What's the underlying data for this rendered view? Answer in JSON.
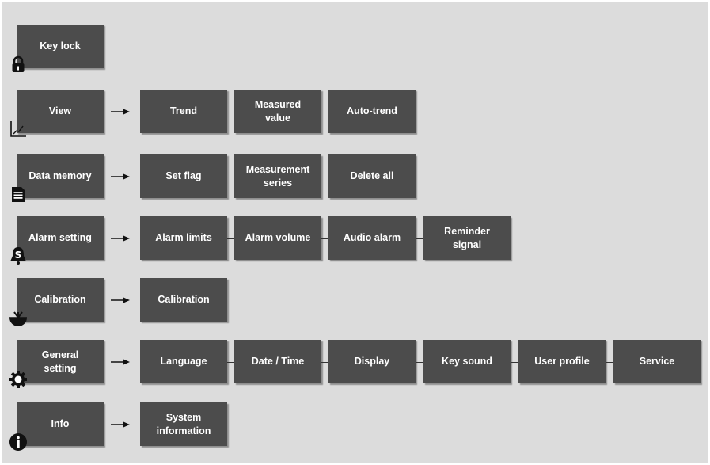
{
  "menu": [
    {
      "id": "key-lock",
      "label": "Key lock",
      "icon": "padlock-icon",
      "subitems": []
    },
    {
      "id": "view",
      "label": "View",
      "icon": "line-graph-icon",
      "subitems": [
        "Trend",
        "Measured\nvalue",
        "Auto-trend"
      ]
    },
    {
      "id": "data-memory",
      "label": "Data memory",
      "icon": "document-icon",
      "subitems": [
        "Set flag",
        "Measurement\nseries",
        "Delete all"
      ]
    },
    {
      "id": "alarm-setting",
      "label": "Alarm setting",
      "icon": "alarm-bell-icon",
      "subitems": [
        "Alarm limits",
        "Alarm volume",
        "Audio alarm",
        "Reminder\nsignal"
      ]
    },
    {
      "id": "calibration",
      "label": "Calibration",
      "icon": "calibration-icon",
      "subitems": [
        "Calibration"
      ]
    },
    {
      "id": "general-setting",
      "label": "General\nsetting",
      "icon": "gear-icon",
      "subitems": [
        "Language",
        "Date / Time",
        "Display",
        "Key sound",
        "User profile",
        "Service"
      ]
    },
    {
      "id": "info",
      "label": "Info",
      "icon": "info-icon",
      "subitems": [
        "System\ninformation"
      ]
    }
  ],
  "colors": {
    "panel_background": "#dcdcdc",
    "box_background": "#4c4c4c",
    "box_text": "#ffffff",
    "connector": "#333333"
  }
}
